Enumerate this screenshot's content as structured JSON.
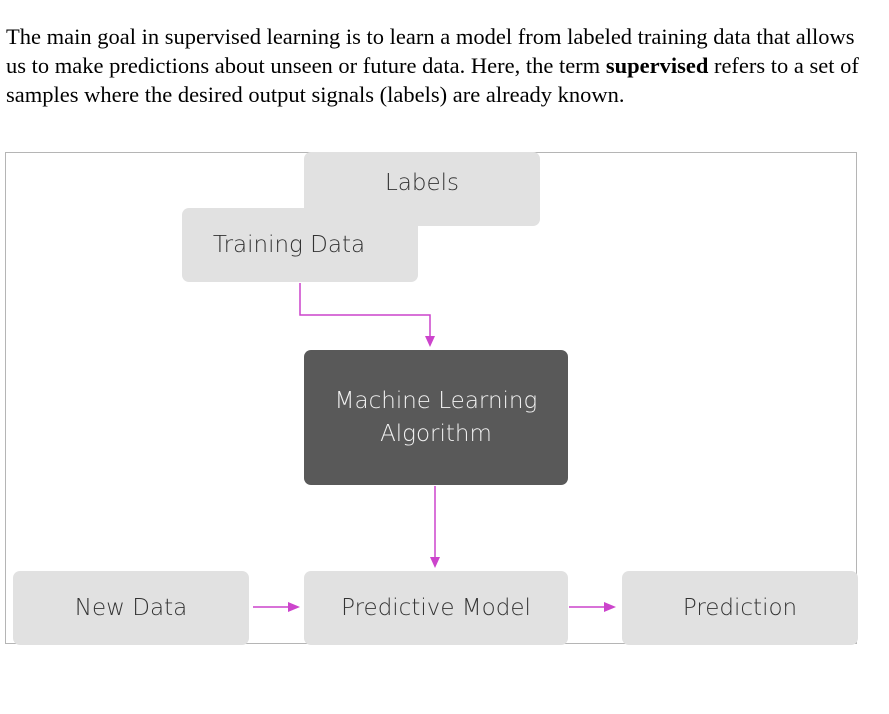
{
  "paragraph": {
    "part1": "The main goal in supervised learning is to learn a model from labeled training data that allows us to make predictions about unseen or future data. Here, the term ",
    "bold": "supervised",
    "part2": " refers to a set of samples where the desired output signals (labels) are already known."
  },
  "diagram": {
    "labels": "Labels",
    "training_data": "Training Data",
    "algorithm_line1": "Machine Learning",
    "algorithm_line2": "Algorithm",
    "new_data": "New Data",
    "predictive_model": "Predictive Model",
    "prediction": "Prediction",
    "colors": {
      "arrow": "#cc44cc",
      "light_box": "#e1e1e1",
      "dark_box": "#595959"
    }
  }
}
